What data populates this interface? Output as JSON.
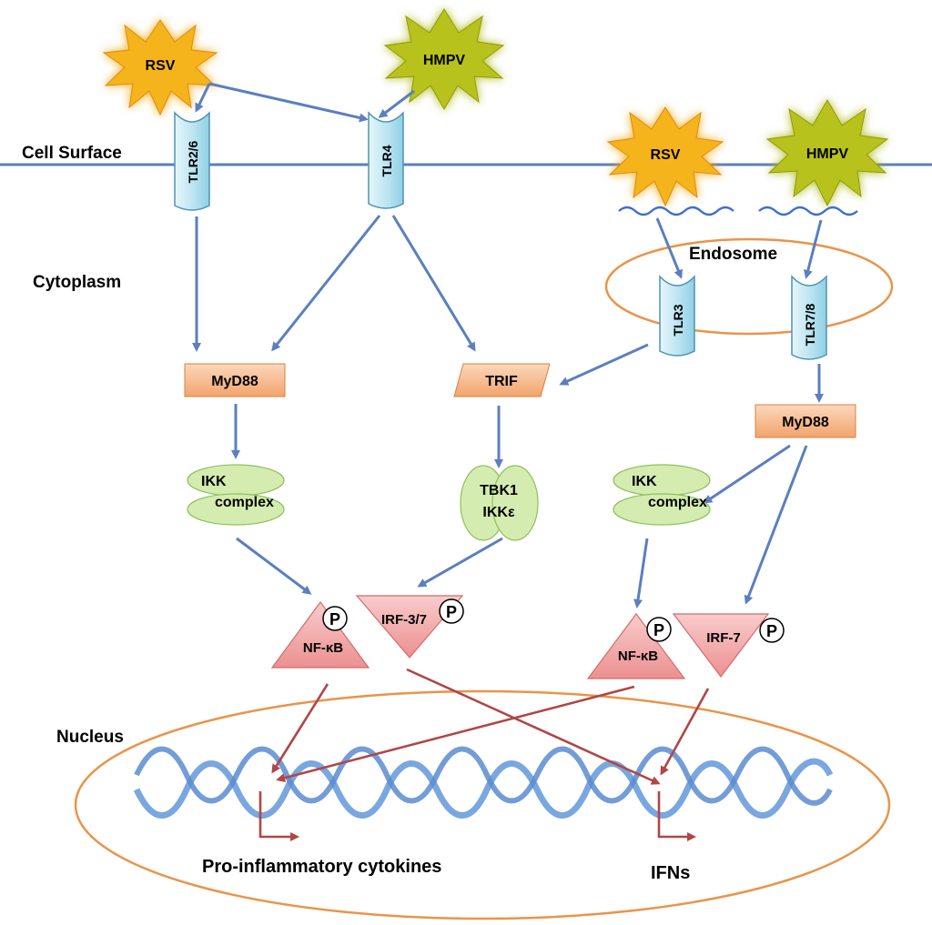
{
  "regions": {
    "cell_surface": "Cell Surface",
    "cytoplasm": "Cytoplasm",
    "endosome": "Endosome",
    "nucleus": "Nucleus"
  },
  "viruses": {
    "rsv_surface": "RSV",
    "hmpv_surface": "HMPV",
    "rsv_endosome": "RSV",
    "hmpv_endosome": "HMPV"
  },
  "receptors": {
    "tlr26": "TLR2/6",
    "tlr4": "TLR4",
    "tlr3": "TLR3",
    "tlr78": "TLR7/8"
  },
  "adaptors": {
    "myd88_left": "MyD88",
    "trif": "TRIF",
    "myd88_right": "MyD88"
  },
  "kinases": {
    "ikk_left_line1": "IKK",
    "ikk_left_line2": "complex",
    "tbk1_line1": "TBK1",
    "tbk1_line2": "IKKε",
    "ikk_right_line1": "IKK",
    "ikk_right_line2": "complex"
  },
  "transcription_factors": {
    "nfkb_left": "NF-κB",
    "irf37": "IRF-3/7",
    "nfkb_right": "NF-κB",
    "irf7": "IRF-7",
    "phospho": "P"
  },
  "outputs": {
    "cytokines": "Pro-inflammatory cytokines",
    "ifns": "IFNs"
  },
  "colors": {
    "membrane": "#5b7fbf",
    "arrow_blue": "#5b7fbf",
    "arrow_red": "#b04646",
    "receptor_fill": "#bfe6f2",
    "adaptor_fill": "#f6b98b",
    "kinase_fill": "#d4ecb0",
    "tf_fill": "#f0a6a6",
    "star_rsv": "#f5b41c",
    "star_hmpv": "#b8c21c",
    "organelle_outline": "#e8954a",
    "dna": "#7aa7df"
  }
}
